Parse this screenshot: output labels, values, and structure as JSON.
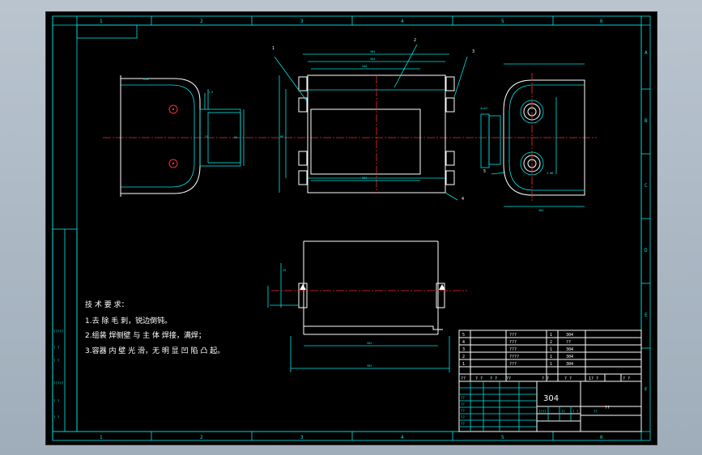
{
  "zone_numbers": [
    "1",
    "2",
    "3",
    "4",
    "5",
    "6"
  ],
  "zone_letters": [
    "A",
    "B",
    "C",
    "D",
    "E",
    "F"
  ],
  "balloons": [
    "1",
    "2",
    "3",
    "4",
    "5"
  ],
  "technical_requirements": {
    "title": "技 术 要 求：",
    "items": [
      "1.去 除 毛 刺，锐边倒钝。",
      "2.组装 焊侧壁 与 主 体 焊接，满焊；",
      "3.容器 内 壁 光 滑，无 明 显 凹 陷 凸 起。"
    ]
  },
  "left_strip_labels": [
    "?????",
    "? ?",
    "? ?",
    "?????",
    "? ?",
    "? ?"
  ],
  "parts_list": [
    {
      "no": "5",
      "name": "???",
      "qty": "1",
      "material": "304"
    },
    {
      "no": "4",
      "name": "???",
      "qty": "2",
      "material": "??"
    },
    {
      "no": "3",
      "name": "???",
      "qty": "1",
      "material": "304"
    },
    {
      "no": "2",
      "name": "????",
      "qty": "1",
      "material": "304"
    },
    {
      "no": "1",
      "name": "???",
      "qty": "1",
      "material": "304"
    }
  ],
  "parts_header": [
    "??",
    "? ?",
    "? ?",
    "??",
    "? ?",
    "? ?",
    "1? ?",
    "? ?"
  ],
  "title_block": {
    "material": "304",
    "name_cell": "??",
    "scale_cells": [
      "????",
      "??",
      "? ?",
      "??"
    ],
    "row_labels": [
      "??",
      "??",
      "??",
      "??",
      "??"
    ]
  }
}
